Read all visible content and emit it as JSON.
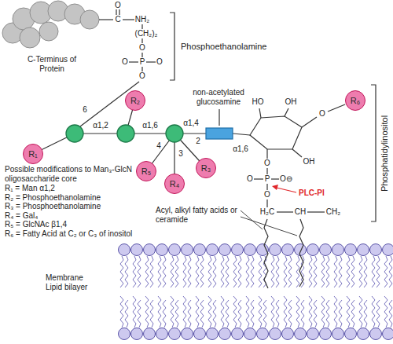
{
  "diagram": {
    "nodes": [
      {
        "text": [
          "R₁"
        ]
      },
      {
        "text": [
          "R₂"
        ]
      },
      {
        "text": [
          "R₃"
        ]
      },
      {
        "text": [
          "R₄"
        ]
      },
      {
        "text": [
          "R₅"
        ]
      },
      {
        "text": [
          "R₆"
        ]
      }
    ],
    "labels": [
      "C-Terminus of Protein",
      "O",
      "C",
      "NH₂",
      "(CH₂)₂",
      "O",
      "O",
      "P",
      "O",
      "O",
      "Phosphoethanolamine",
      "6",
      "α1,2",
      "α1,6",
      "4",
      "3",
      "2",
      "α1,4",
      "non-acetylated glucosamine",
      "α1,6",
      "HO",
      "OH",
      "OH",
      "O",
      "O",
      "O",
      "P",
      "O⊖",
      "O",
      "PLC-PI",
      "H₂C",
      "CH",
      "CH₂",
      "Acyl, alkyl fatty acids or ceramide",
      "Phosphatidylinositol",
      "Membrane Lipid bilayer",
      "Possible modifications to Man₃-GlcN oligosaccharide core",
      "R₁ = Man α1,2",
      "R₂ = Phosphoethanolamine",
      "R₃ = Phosphoethanolamine",
      "R₄ = Gal₄",
      "R₅ = GlcNAc β1,4",
      "R₆ = Fatty Acid at C₂ or C₃ of inositol"
    ]
  }
}
